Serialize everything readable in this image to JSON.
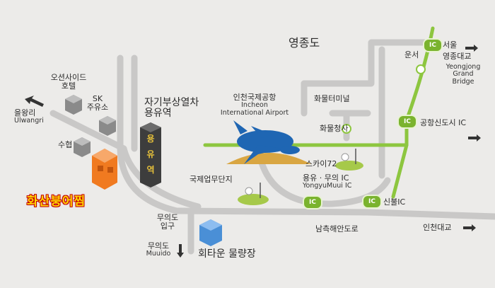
{
  "map": {
    "island": "영종도",
    "airport_ko": "인천국제공항",
    "airport_en_1": "Incheon",
    "airport_en_2": "International Airport",
    "maglev_1": "자기부상열차",
    "maglev_2": "용유역",
    "station_sign_1": "용",
    "station_sign_2": "유",
    "station_sign_3": "역",
    "ocean_side_1": "오션사이드",
    "ocean_side_2": "호텔",
    "sk_1": "SK",
    "sk_2": "주유소",
    "eulwangri": "을왕리",
    "ulwangri": "Ulwangri",
    "suhyup": "수협",
    "shop_name": "화산붕어찜",
    "muuido_entrance_1": "무의도",
    "muuido_entrance_2": "입구",
    "muuido_1": "무의도",
    "muuido_2": "Muuido",
    "hoe_town": "회타운 물량장",
    "industrial": "국제업무단지",
    "sky72": "스카이72",
    "yongyu_ic_ko": "용유 · 무의 IC",
    "yongyu_ic_en": "YongyuMuui IC",
    "cargo": "화물터미널",
    "cargo_office": "화물청사",
    "unseo": "운서",
    "seoul": "서울",
    "yeongjong_bridge_ko": "영종대교",
    "yeongjong_en_1": "Yeongjong",
    "yeongjong_en_2": "Grand",
    "yeongjong_en_3": "Bridge",
    "airport_newcity_ic": "공항신도시 IC",
    "sinbul_ic": "신불IC",
    "namcheuk_road": "남측해안도로",
    "incheon_bridge": "인천대교",
    "ic": "IC"
  },
  "colors": {
    "road": "#c9c8c7",
    "road_edge": "#b5b4b3",
    "highway": "#8dc63f",
    "ic_badge": "#7ab32e",
    "plane": "#1f66b3",
    "ground": "#d9a642",
    "shop_text": "#ffd400",
    "shop_outline": "#c40000",
    "building_orange": "#f07a20",
    "building_blue": "#4a8fd6"
  }
}
